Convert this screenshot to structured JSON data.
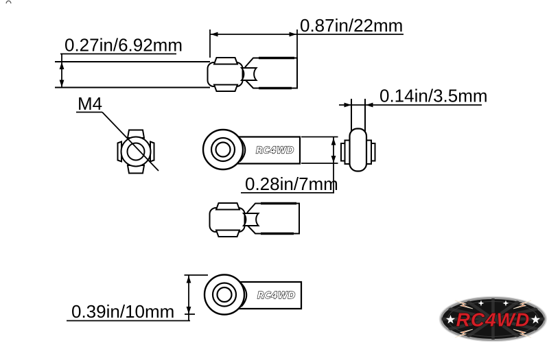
{
  "drawing": {
    "title_note": "",
    "labels": {
      "thread": "M4",
      "brand_emboss": "RC4WD"
    },
    "dimensions": {
      "rod_width": "0.27in/6.92mm",
      "link_length": "0.87in/22mm",
      "ball_width": "0.14in/3.5mm",
      "body_height": "0.28in/7mm",
      "head_diameter": "0.39in/10mm"
    },
    "colors": {
      "line": "#000000",
      "background": "#ffffff",
      "logo_red": "#d41f26",
      "logo_black": "#141414",
      "logo_silver": "#9a9a9a",
      "logo_flame_orange": "#e2571f",
      "logo_star_white": "#ffffff"
    }
  },
  "logo": {
    "brand": "RC4WD"
  }
}
